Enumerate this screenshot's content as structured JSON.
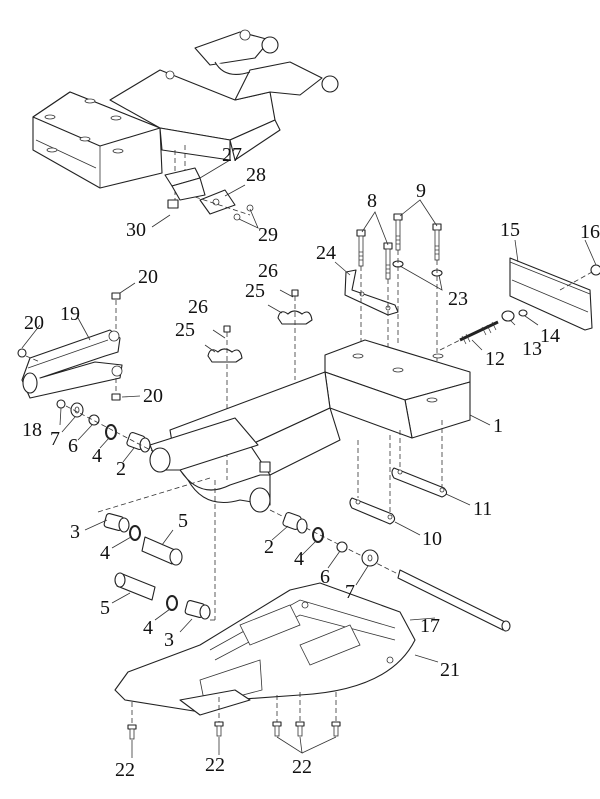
{
  "diagram": {
    "type": "exploded-parts-diagram",
    "callouts": [
      {
        "id": "c1",
        "label": "1"
      },
      {
        "id": "c2a",
        "label": "2"
      },
      {
        "id": "c2b",
        "label": "2"
      },
      {
        "id": "c3a",
        "label": "3"
      },
      {
        "id": "c3b",
        "label": "3"
      },
      {
        "id": "c4a",
        "label": "4"
      },
      {
        "id": "c4b",
        "label": "4"
      },
      {
        "id": "c4c",
        "label": "4"
      },
      {
        "id": "c4d",
        "label": "4"
      },
      {
        "id": "c5a",
        "label": "5"
      },
      {
        "id": "c5b",
        "label": "5"
      },
      {
        "id": "c6a",
        "label": "6"
      },
      {
        "id": "c6b",
        "label": "6"
      },
      {
        "id": "c7a",
        "label": "7"
      },
      {
        "id": "c7b",
        "label": "7"
      },
      {
        "id": "c8",
        "label": "8"
      },
      {
        "id": "c9",
        "label": "9"
      },
      {
        "id": "c10",
        "label": "10"
      },
      {
        "id": "c11",
        "label": "11"
      },
      {
        "id": "c12",
        "label": "12"
      },
      {
        "id": "c13",
        "label": "13"
      },
      {
        "id": "c14",
        "label": "14"
      },
      {
        "id": "c15",
        "label": "15"
      },
      {
        "id": "c16",
        "label": "16"
      },
      {
        "id": "c17",
        "label": "17"
      },
      {
        "id": "c18",
        "label": "18"
      },
      {
        "id": "c19",
        "label": "19"
      },
      {
        "id": "c20a",
        "label": "20"
      },
      {
        "id": "c20b",
        "label": "20"
      },
      {
        "id": "c20c",
        "label": "20"
      },
      {
        "id": "c21",
        "label": "21"
      },
      {
        "id": "c22a",
        "label": "22"
      },
      {
        "id": "c22b",
        "label": "22"
      },
      {
        "id": "c22c",
        "label": "22"
      },
      {
        "id": "c23",
        "label": "23"
      },
      {
        "id": "c24",
        "label": "24"
      },
      {
        "id": "c25a",
        "label": "25"
      },
      {
        "id": "c25b",
        "label": "25"
      },
      {
        "id": "c26a",
        "label": "26"
      },
      {
        "id": "c26b",
        "label": "26"
      },
      {
        "id": "c27",
        "label": "27"
      },
      {
        "id": "c28",
        "label": "28"
      },
      {
        "id": "c29",
        "label": "29"
      },
      {
        "id": "c30",
        "label": "30"
      }
    ]
  }
}
